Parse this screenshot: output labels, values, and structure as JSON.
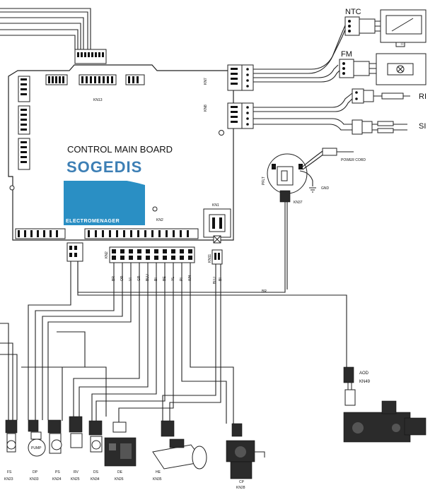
{
  "board": {
    "title": "CONTROL MAIN BOARD",
    "logo_name": "SOGEDIS",
    "logo_sub": "ELECTROMENAGER",
    "logo_colors": {
      "blue": "#2a8fc4",
      "word": "#3d7fb5"
    }
  },
  "board_connectors": {
    "kn13": "KN13",
    "kn7": "KN7",
    "kn8": "KN8",
    "kn1": "KN1",
    "kn2": "KN2",
    "kn2_vertical": "KN2",
    "kn11": "KN11"
  },
  "kn2_wires": [
    "BR",
    "OR",
    "VI",
    "GR",
    "BLU",
    "BI",
    "BE",
    "YL",
    "PI",
    "WH"
  ],
  "kn11_wires": [
    "BLU",
    "BI"
  ],
  "right_components": {
    "ntc": "NTC",
    "fm": "FM",
    "ri": "RI",
    "si": "SI"
  },
  "pflt": {
    "label": "PFLT",
    "connector": "KN37",
    "power_cord": "POWER CORD",
    "gnd": "GND"
  },
  "aod": {
    "name": "AOD",
    "connector": "KN49"
  },
  "br_wire_label": "BR",
  "bottom_components": [
    {
      "name": "FS",
      "connector": "KN23"
    },
    {
      "name": "DP",
      "connector": "KN33"
    },
    {
      "name": "PS",
      "connector": "KN24"
    },
    {
      "name": "RV",
      "connector": "KN25"
    },
    {
      "name": "DS",
      "connector": "KN34"
    },
    {
      "name": "DE",
      "connector": "KN26"
    },
    {
      "name": "HE",
      "connector": "KN35"
    },
    {
      "name": "CP",
      "connector": "KN28"
    }
  ],
  "pump_label": "PUMP"
}
